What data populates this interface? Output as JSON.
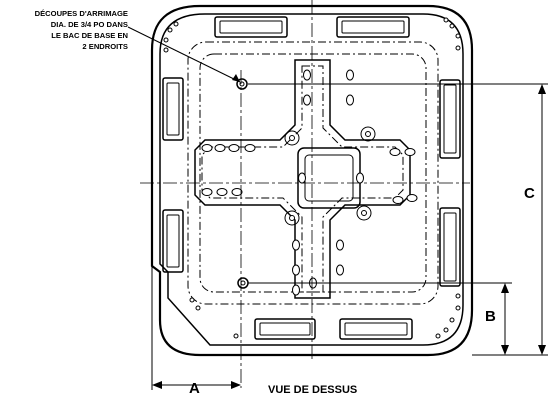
{
  "callout": {
    "line1": "DÉCOUPES D'ARRIMAGE",
    "line2": "DIA. DE 3/4 PO DANS",
    "line3": "LE BAC DE BASE EN",
    "line4": "2 ENDROITS"
  },
  "dimensions": {
    "a": "A",
    "b": "B",
    "c": "C"
  },
  "view_label": "VUE DE DESSUS"
}
